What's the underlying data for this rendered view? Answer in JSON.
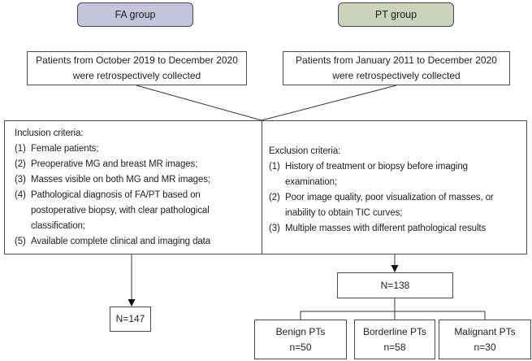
{
  "diagram": {
    "groups": {
      "fa": {
        "label": "FA group",
        "fill": "#c5c4dd"
      },
      "pt": {
        "label": "PT group",
        "fill": "#cbd3ba"
      }
    },
    "collection": {
      "fa": {
        "line1": "Patients from October 2019 to December 2020",
        "line2": "were retrospectively collected"
      },
      "pt": {
        "line1": "Patients from January 2011 to December 2020",
        "line2": "were retrospectively collected"
      }
    },
    "inclusion": {
      "title": "Inclusion criteria:",
      "items": [
        {
          "num": "(1)",
          "text": "Female patients;"
        },
        {
          "num": "(2)",
          "text": "Preoperative MG and breast MR images;"
        },
        {
          "num": "(3)",
          "text": "Masses visible on both MG and MR images;"
        },
        {
          "num": "(4)",
          "text": "Pathological diagnosis of FA/PT based on postoperative biopsy, with clear pathological classification;"
        },
        {
          "num": "(5)",
          "text": "Available complete clinical and imaging data"
        }
      ]
    },
    "exclusion": {
      "title": "Exclusion criteria:",
      "items": [
        {
          "num": "(1)",
          "text": "History of treatment or biopsy before imaging examination;"
        },
        {
          "num": "(2)",
          "text": "Poor image quality, poor visualization of masses, or inability to obtain TIC curves;"
        },
        {
          "num": "(3)",
          "text": "Multiple masses with different pathological results"
        }
      ]
    },
    "counts": {
      "fa": "N=147",
      "pt": "N=138"
    },
    "outcomes": [
      {
        "label": "Benign PTs",
        "n": "n=50"
      },
      {
        "label": "Borderline PTs",
        "n": "n=58"
      },
      {
        "label": "Malignant PTs",
        "n": "n=30"
      }
    ],
    "line_color": "#333333",
    "text_color": "#222222"
  }
}
